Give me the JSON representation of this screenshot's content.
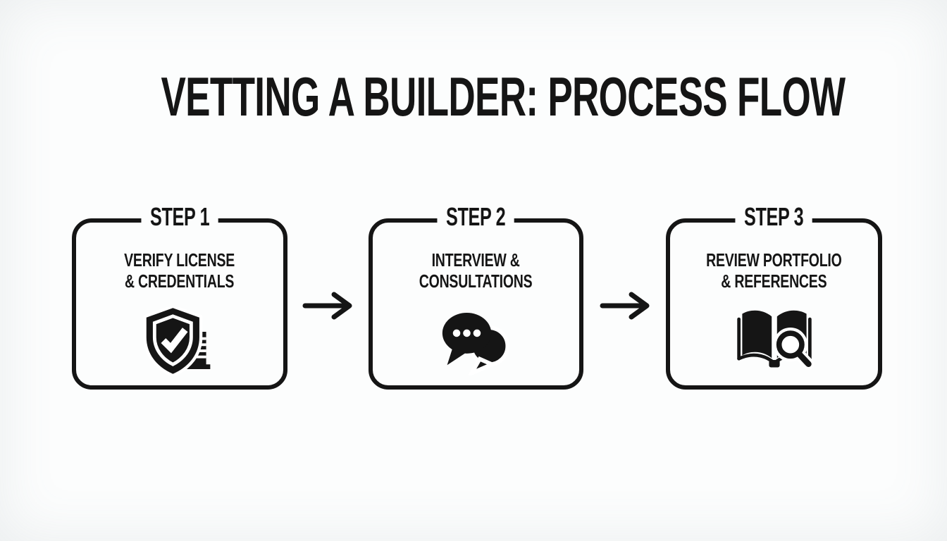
{
  "colors": {
    "ink": "#151515",
    "background": "#fcfdfd"
  },
  "title": "VETTING A BUILDER: PROCESS FLOW",
  "steps": [
    {
      "label": "STEP 1",
      "title_line1": "VERIFY LICENSE",
      "title_line2": "& CREDENTIALS",
      "icon": "shield-check-building-icon"
    },
    {
      "label": "STEP 2",
      "title_line1": "INTERVIEW &",
      "title_line2": "CONSULTATIONS",
      "icon": "chat-bubbles-icon"
    },
    {
      "label": "STEP 3",
      "title_line1": "REVIEW PORTFOLIO",
      "title_line2": "& REFERENCES",
      "icon": "book-magnifier-icon"
    }
  ],
  "arrows": [
    {
      "icon": "arrow-right-icon",
      "glyph": "→"
    },
    {
      "icon": "arrow-right-icon",
      "glyph": "→"
    }
  ]
}
